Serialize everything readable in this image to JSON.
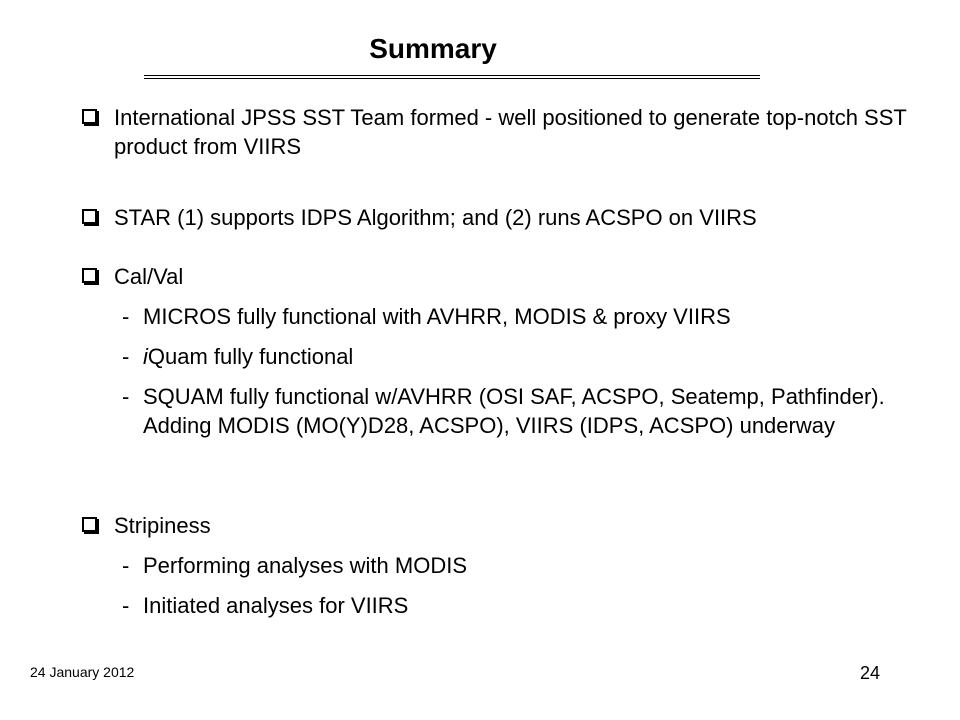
{
  "slide": {
    "title": "Summary",
    "bullets": [
      {
        "text": "International JPSS SST Team formed - well positioned to generate top-notch SST product from VIIRS"
      },
      {
        "text": "STAR (1) supports IDPS Algorithm; and (2) runs ACSPO on VIIRS"
      },
      {
        "text": "Cal/Val",
        "subitems": [
          {
            "dash": "-",
            "text": "MICROS fully functional with AVHRR, MODIS & proxy VIIRS"
          },
          {
            "dash": "-",
            "italic_prefix": "i",
            "text": "Quam fully functional"
          },
          {
            "dash": "-",
            "text": "SQUAM fully functional w/AVHRR (OSI SAF, ACSPO, Seatemp, Pathfinder). Adding MODIS (MO(Y)D28, ACSPO), VIIRS (IDPS, ACSPO) underway"
          }
        ]
      },
      {
        "text": "Stripiness",
        "subitems": [
          {
            "dash": "-",
            "text": "Performing analyses with MODIS"
          },
          {
            "dash": "-",
            "text": "Initiated analyses for VIIRS"
          }
        ]
      }
    ]
  },
  "footer": {
    "date": "24 January 2012",
    "page_number": "24"
  },
  "icons": {
    "bullet": "checkbox-square-icon"
  }
}
